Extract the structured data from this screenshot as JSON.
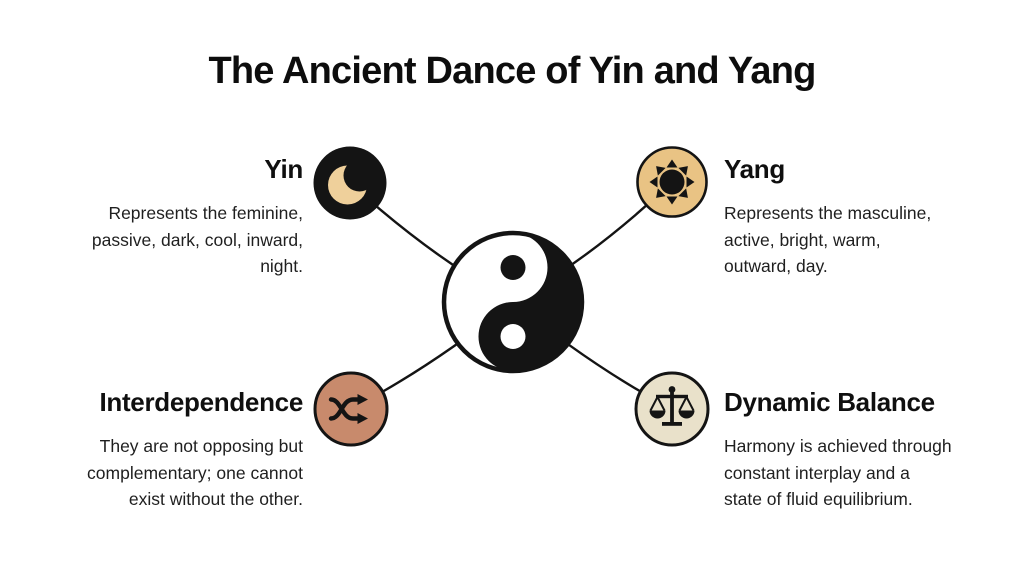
{
  "title": "The Ancient Dance of Yin and Yang",
  "center_symbol": "yin-yang",
  "colors": {
    "background": "#ffffff",
    "ink": "#141414",
    "moon_circle": "#141414",
    "moon_crescent": "#efd09b",
    "sun_circle": "#e9c384",
    "shuffle_circle": "#c88a6c",
    "scales_circle": "#e9e1ca"
  },
  "nodes": [
    {
      "label": "Yin",
      "icon": "moon-icon",
      "description": "Represents the feminine,\npassive, dark, cool, inward,\nnight."
    },
    {
      "label": "Yang",
      "icon": "sun-icon",
      "description": "Represents the masculine,\nactive, bright, warm,\noutward, day."
    },
    {
      "label": "Interdependence",
      "icon": "shuffle-icon",
      "description": "They are not opposing but\ncomplementary; one cannot\nexist without the other."
    },
    {
      "label": "Dynamic Balance",
      "icon": "scales-icon",
      "description": "Harmony is achieved through\nconstant interplay and a\nstate of fluid equilibrium."
    }
  ]
}
